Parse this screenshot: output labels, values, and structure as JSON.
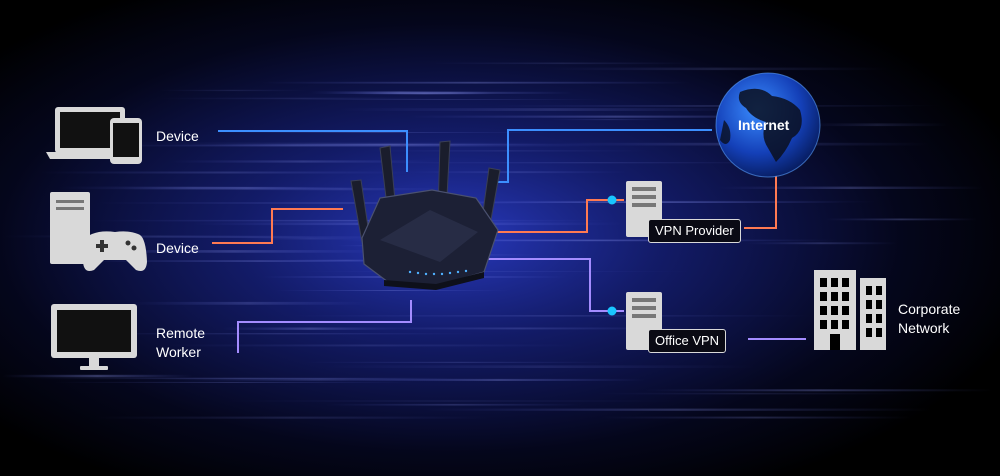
{
  "nodes": {
    "device_laptop": {
      "label": "Device"
    },
    "device_console": {
      "label": "Device"
    },
    "remote_worker": {
      "label_line1": "Remote",
      "label_line2": "Worker"
    },
    "internet": {
      "label": "Internet"
    },
    "vpn_provider": {
      "label": "VPN Provider"
    },
    "office_vpn": {
      "label": "Office VPN"
    },
    "corporate": {
      "label_line1": "Corporate",
      "label_line2": "Network"
    }
  },
  "colors": {
    "blue_link": "#3c8fff",
    "orange_link": "#ff7a52",
    "purple_link": "#a48cff",
    "cyan_dot": "#19c6ff",
    "background_glow": "#1a2a9a",
    "icon_gray": "#d9d9d9"
  },
  "icons": [
    "laptop-icon",
    "phone-icon",
    "desktop-tower-icon",
    "gamepad-icon",
    "monitor-icon",
    "router-icon",
    "globe-icon",
    "server-icon",
    "building-icon"
  ]
}
